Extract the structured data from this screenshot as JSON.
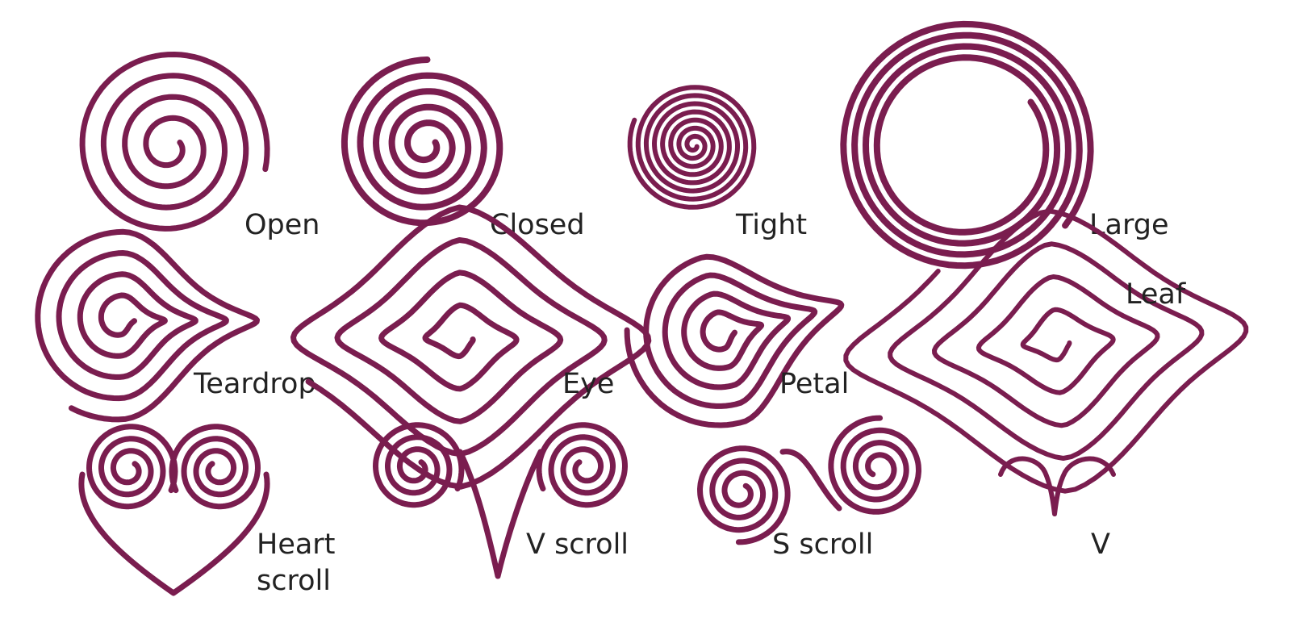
{
  "colors": {
    "stroke": "#7a1d4f",
    "label": "#222222",
    "background": "#ffffff"
  },
  "shapes": [
    {
      "id": "open",
      "label": "Open"
    },
    {
      "id": "closed",
      "label": "Closed"
    },
    {
      "id": "tight",
      "label": "Tight"
    },
    {
      "id": "large",
      "label": "Large"
    },
    {
      "id": "teardrop",
      "label": "Teardrop"
    },
    {
      "id": "eye",
      "label": "Eye"
    },
    {
      "id": "petal",
      "label": "Petal"
    },
    {
      "id": "leaf",
      "label": "Leaf"
    },
    {
      "id": "heart-scroll",
      "label_lines": [
        "Heart",
        "scroll"
      ]
    },
    {
      "id": "v-scroll",
      "label": "V scroll"
    },
    {
      "id": "s-scroll",
      "label": "S scroll"
    },
    {
      "id": "v",
      "label": "V"
    }
  ]
}
